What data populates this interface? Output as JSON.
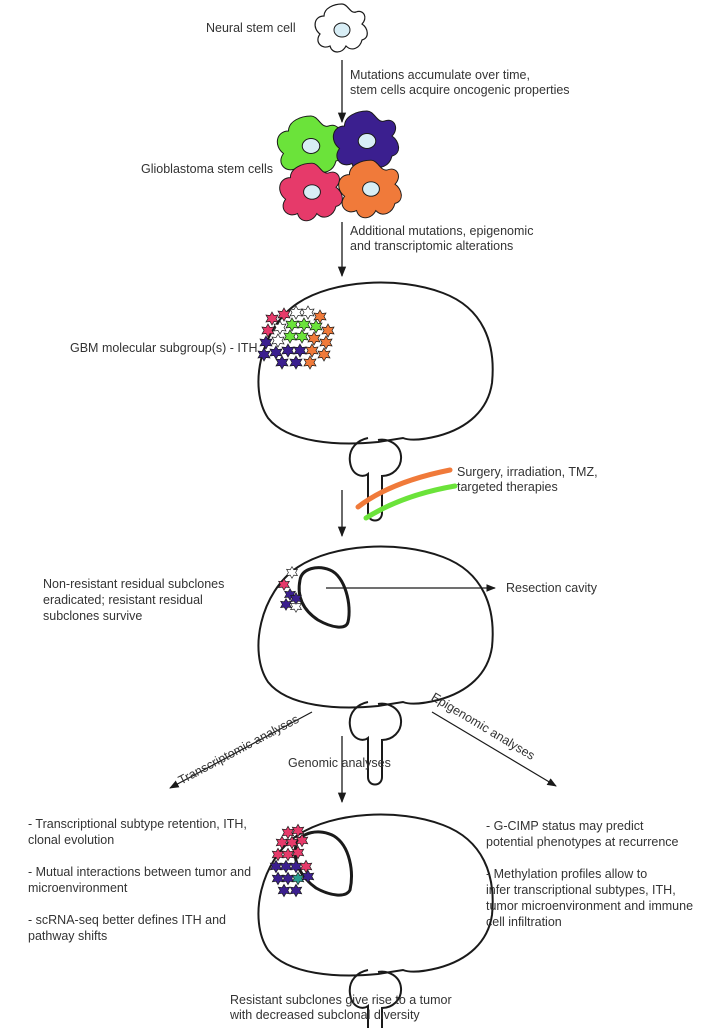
{
  "labels": {
    "neural_stem_cell": "Neural stem cell",
    "mutations_1": "Mutations accumulate over time,",
    "mutations_2": "stem cells acquire oncogenic properties",
    "gsc": "Glioblastoma stem cells",
    "additional_1": "Additional mutations, epigenomic",
    "additional_2": "and transcriptomic alterations",
    "gbm_subgroups": "GBM molecular subgroup(s) - ITH",
    "therapy_1": "Surgery, irradiation, TMZ,",
    "therapy_2": "targeted therapies",
    "nonresistant_1": "Non-resistant residual subclones",
    "nonresistant_2": "eradicated; resistant residual",
    "nonresistant_3": "subclones survive",
    "resection_cavity": "Resection cavity",
    "transcriptomic_analyses": "Transcriptomic analyses",
    "genomic_analyses": "Genomic  analyses",
    "epigenomic_analyses": "Epigenomic analyses",
    "left_1a": "- Transcriptional subtype retention, ITH,",
    "left_1b": "clonal evolution",
    "left_2a": "- Mutual interactions between tumor and",
    "left_2b": "microenvironment",
    "left_3a": "- scRNA-seq better defines ITH and",
    "left_3b": "pathway shifts",
    "right_1a": "- G-CIMP status may predict",
    "right_1b": "potential phenotypes at recurrence",
    "right_2a": "- Methylation profiles allow to",
    "right_2b": "infer transcriptional subtypes, ITH,",
    "right_2c": "tumor microenvironment and immune",
    "right_2d": "cell infiltration",
    "bottom_1": "Resistant subclones give rise to a tumor",
    "bottom_2": "with decreased subclonal diversity"
  },
  "colors": {
    "green": "#6be33a",
    "purple": "#3b1f8f",
    "pink": "#e63a6a",
    "orange": "#f07a3a",
    "nucleus": "#d8eef6",
    "teal": "#2a9d8f",
    "outline": "#1a1a1a"
  }
}
